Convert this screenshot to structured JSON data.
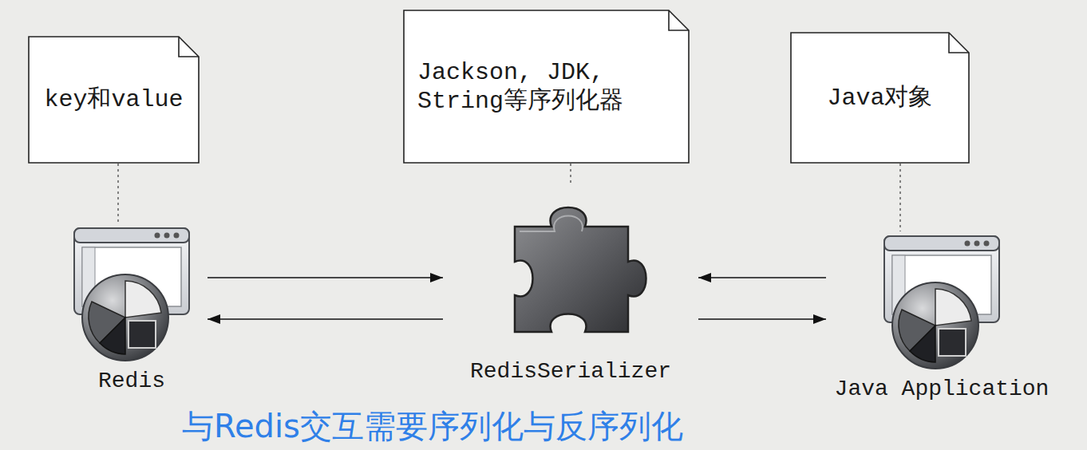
{
  "diagram": {
    "caption": "与Redis交互需要序列化与反序列化",
    "nodes": [
      {
        "text": [
          "key和value"
        ]
      },
      {
        "text": [
          "Jackson, JDK, String等序列化器"
        ]
      },
      {
        "text": [
          "Java对象"
        ]
      },
      {
        "text": [
          "Redis"
        ]
      },
      {
        "text": [
          "RedisSerializer"
        ]
      },
      {
        "text": [
          "Java Application"
        ]
      }
    ],
    "edges": [
      {
        "from": 0,
        "to": 3,
        "arrow": "none"
      },
      {
        "from": 1,
        "to": 4,
        "arrow": "none"
      },
      {
        "from": 2,
        "to": 5,
        "arrow": "none"
      },
      {
        "from": 3,
        "to": 4,
        "arrow": "to"
      },
      {
        "from": 4,
        "to": 3,
        "arrow": "to"
      },
      {
        "from": 5,
        "to": 4,
        "arrow": "to"
      },
      {
        "from": 4,
        "to": 5,
        "arrow": "to"
      }
    ]
  }
}
